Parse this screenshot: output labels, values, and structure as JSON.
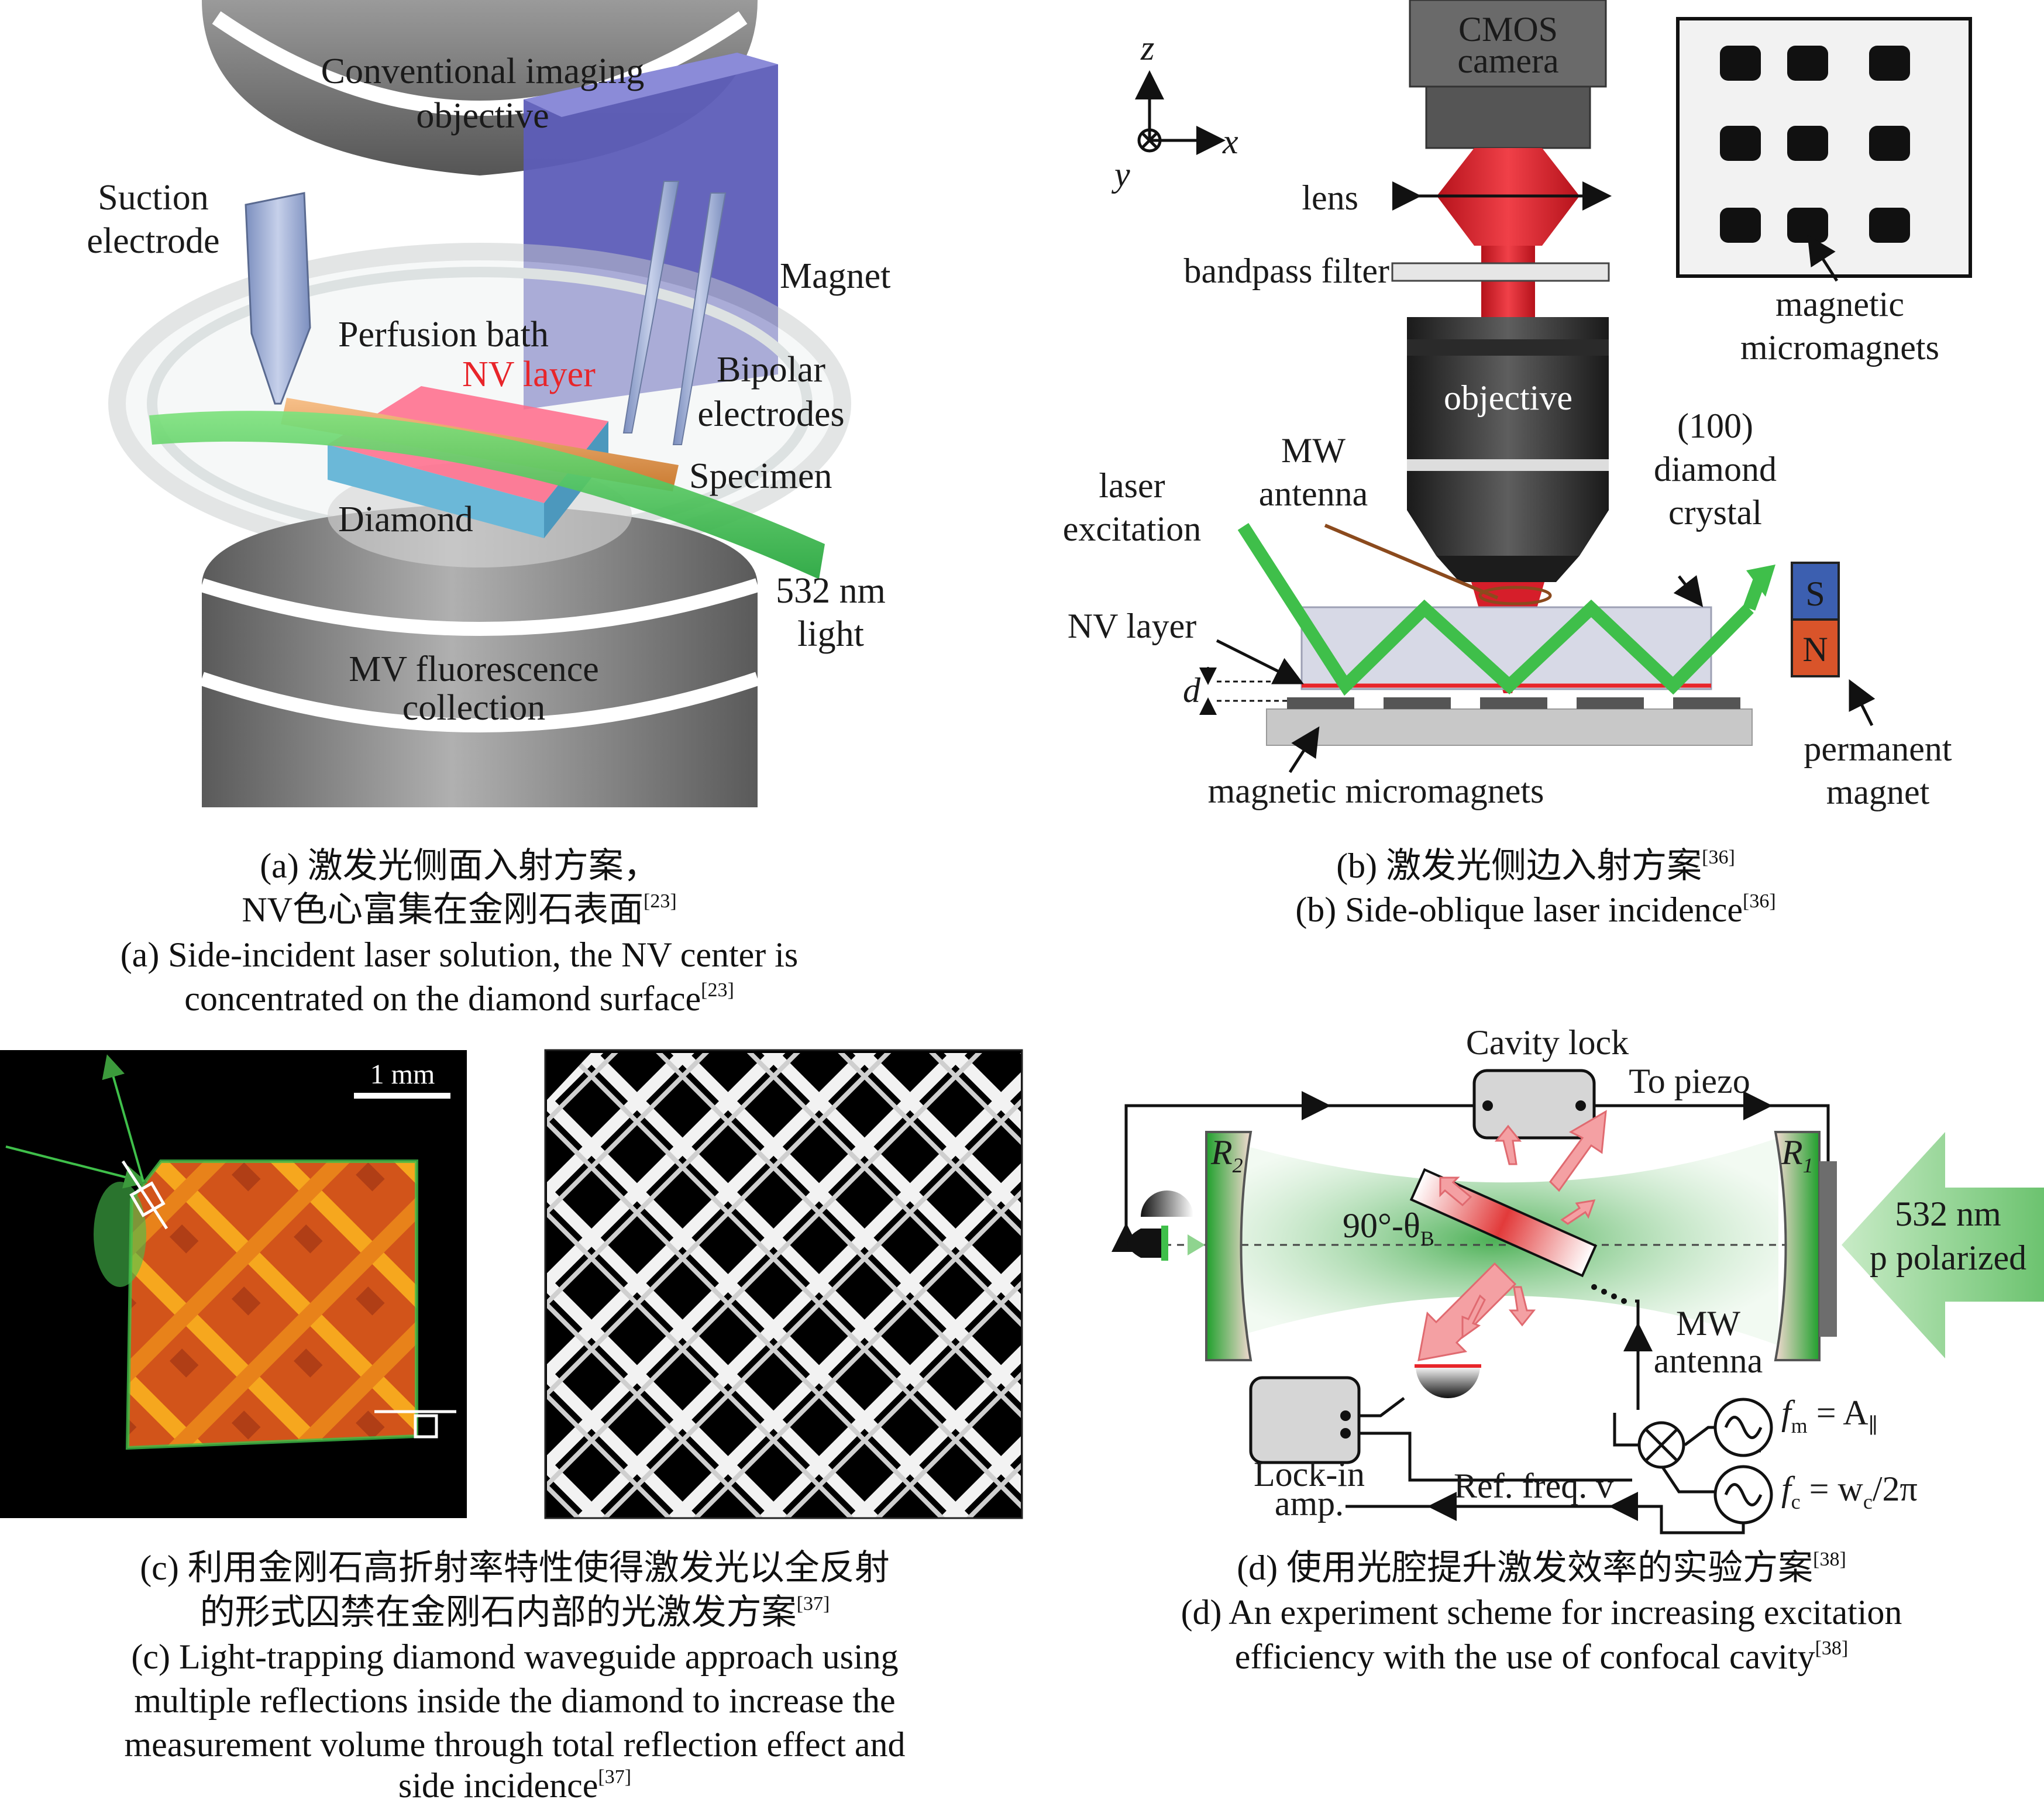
{
  "panel_a": {
    "labels": {
      "objective": [
        "Conventional imaging",
        "objective"
      ],
      "suction": [
        "Suction",
        "electrode"
      ],
      "magnet": "Magnet",
      "perfusion": "Perfusion bath",
      "nv_layer": "NV layer",
      "bipolar": [
        "Bipolar",
        "electrodes"
      ],
      "specimen": "Specimen",
      "diamond": "Diamond",
      "light": [
        "532 nm",
        "light"
      ],
      "collection": [
        "MV fluorescence",
        "collection"
      ]
    },
    "caption": {
      "zh1": "(a) 激发光侧面入射方案，",
      "zh2": "NV色心富集在金刚石表面",
      "zh2_ref": "[23]",
      "en1": "(a) Side-incident laser solution, the NV center is",
      "en2": "concentrated on the diamond surface",
      "en2_ref": "[23]"
    }
  },
  "panel_b": {
    "labels": {
      "z": "z",
      "x": "x",
      "y": "y",
      "camera": [
        "CMOS",
        "camera"
      ],
      "lens": "lens",
      "filter": "bandpass filter",
      "objective": "objective",
      "micromagnets_top": [
        "magnetic",
        "micromagnets"
      ],
      "mw": [
        "MW",
        "antenna"
      ],
      "crystal": [
        "(100)",
        "diamond",
        "crystal"
      ],
      "laser": [
        "laser",
        "excitation"
      ],
      "nv": "NV layer",
      "d": "d",
      "s": "S",
      "n": "N",
      "permanent": [
        "permanent",
        "magnet"
      ],
      "micromagnets_bottom": "magnetic micromagnets"
    },
    "caption": {
      "zh": "(b) 激发光侧边入射方案",
      "zh_ref": "[36]",
      "en": "(b) Side-oblique laser incidence",
      "en_ref": "[36]"
    }
  },
  "panel_c": {
    "scale": "1 mm",
    "caption": {
      "zh1": "(c) 利用金刚石高折射率特性使得激发光以全反射",
      "zh2": "的形式囚禁在金刚石内部的光激发方案",
      "zh2_ref": "[37]",
      "en1": "(c) Light-trapping diamond waveguide approach using",
      "en2": "multiple reflections inside the diamond to increase the",
      "en3": "measurement volume through total reflection effect and",
      "en4": "side incidence",
      "en4_ref": "[37]"
    }
  },
  "panel_d": {
    "labels": {
      "cavity_lock": "Cavity lock",
      "to_piezo": "To piezo",
      "r2": "R",
      "r2_sub": "2",
      "r1": "R",
      "r1_sub": "1",
      "angle": "90°-θ",
      "angle_sub": "B",
      "pump": [
        "532 nm",
        "p polarized"
      ],
      "mw": [
        "MW",
        "antenna"
      ],
      "lockin": [
        "Lock-in",
        "amp."
      ],
      "ref": "Ref. freq. v",
      "fm": "f",
      "fm_sub": "m",
      "fm_eq": " = A",
      "fm_eq_sub": "∥",
      "fc": "f",
      "fc_sub": "c",
      "fc_eq": " = w",
      "fc_eq_sub": "c",
      "fc_tail": "/2π"
    },
    "caption": {
      "zh": "(d) 使用光腔提升激发效率的实验方案",
      "zh_ref": "[38]",
      "en1": "(d) An experiment scheme for increasing excitation",
      "en2": "efficiency with the use of confocal cavity",
      "en2_ref": "[38]"
    }
  },
  "colors": {
    "laser_green": "#3fbf4a",
    "nv_red": "#e8252a",
    "dark_gray": "#4a4a4a"
  }
}
